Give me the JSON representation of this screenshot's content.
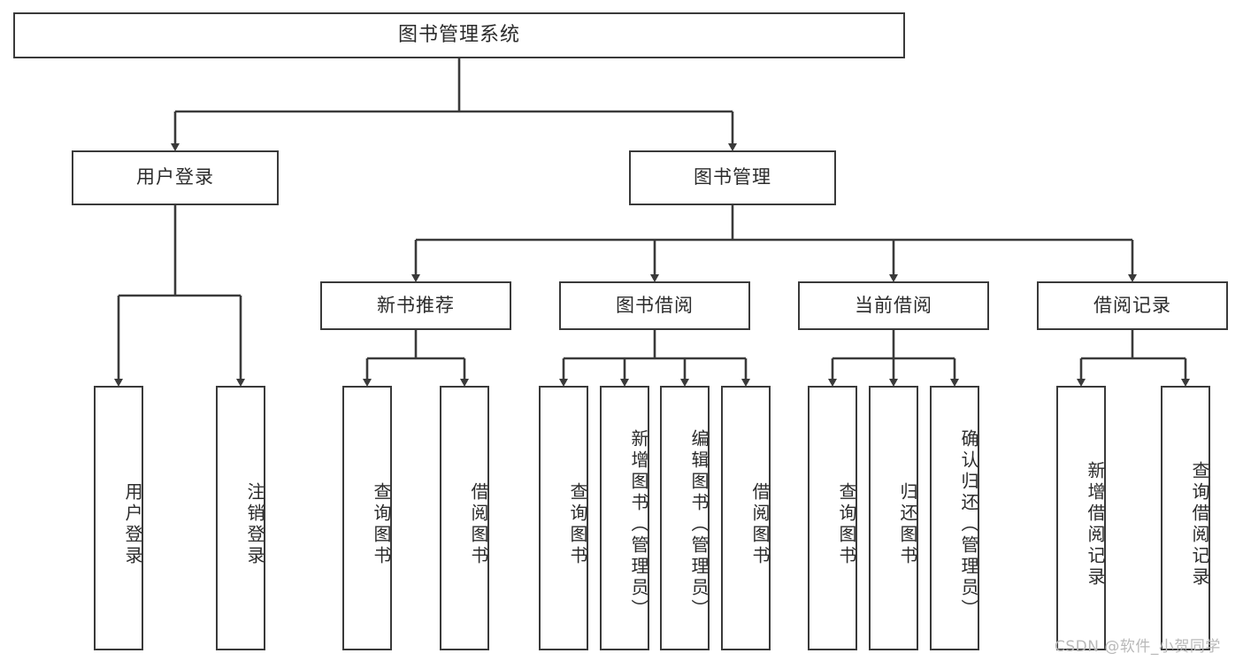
{
  "diagram": {
    "title": "图书管理系统",
    "type": "tree",
    "watermark": "CSDN @软件_小贺同学",
    "colors": {
      "stroke": "#3a3a3a",
      "fill": "#ffffff",
      "text": "#2b2b2b",
      "watermark": "#b9b9b9"
    },
    "nodes": {
      "root": {
        "label": "图书管理系统"
      },
      "level2": [
        {
          "id": "user-login",
          "label": "用户登录"
        },
        {
          "id": "book-manage",
          "label": "图书管理"
        }
      ],
      "level3": [
        {
          "id": "new-book-recommend",
          "label": "新书推荐"
        },
        {
          "id": "book-borrow",
          "label": "图书借阅"
        },
        {
          "id": "current-borrow",
          "label": "当前借阅"
        },
        {
          "id": "borrow-record",
          "label": "借阅记录"
        }
      ],
      "leaves": [
        {
          "id": "leaf-user-login",
          "label": "用户登录",
          "parent": "user-login"
        },
        {
          "id": "leaf-logout",
          "label": "注销登录",
          "parent": "user-login"
        },
        {
          "id": "leaf-query-book-1",
          "label": "查询图书",
          "parent": "new-book-recommend"
        },
        {
          "id": "leaf-borrow-book-1",
          "label": "借阅图书",
          "parent": "new-book-recommend"
        },
        {
          "id": "leaf-query-book-2",
          "label": "查询图书",
          "parent": "book-borrow"
        },
        {
          "id": "leaf-add-book",
          "label": "新增图书（管理员）",
          "parent": "book-borrow"
        },
        {
          "id": "leaf-edit-book",
          "label": "编辑图书（管理员）",
          "parent": "book-borrow"
        },
        {
          "id": "leaf-borrow-book-2",
          "label": "借阅图书",
          "parent": "book-borrow"
        },
        {
          "id": "leaf-query-book-3",
          "label": "查询图书",
          "parent": "current-borrow"
        },
        {
          "id": "leaf-return-book",
          "label": "归还图书",
          "parent": "current-borrow"
        },
        {
          "id": "leaf-confirm-return",
          "label": "确认归还（管理员）",
          "parent": "current-borrow"
        },
        {
          "id": "leaf-add-record",
          "label": "新增借阅记录",
          "parent": "borrow-record"
        },
        {
          "id": "leaf-query-record",
          "label": "查询借阅记录",
          "parent": "borrow-record"
        }
      ]
    }
  }
}
